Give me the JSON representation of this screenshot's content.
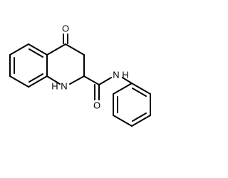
{
  "structure": {
    "atoms": {
      "oxygen_ketone": "O",
      "nitrogen_ring": "N",
      "hydrogen_ring": "H",
      "nitrogen_amide": "N",
      "hydrogen_amide": "H",
      "oxygen_amide": "O"
    }
  }
}
